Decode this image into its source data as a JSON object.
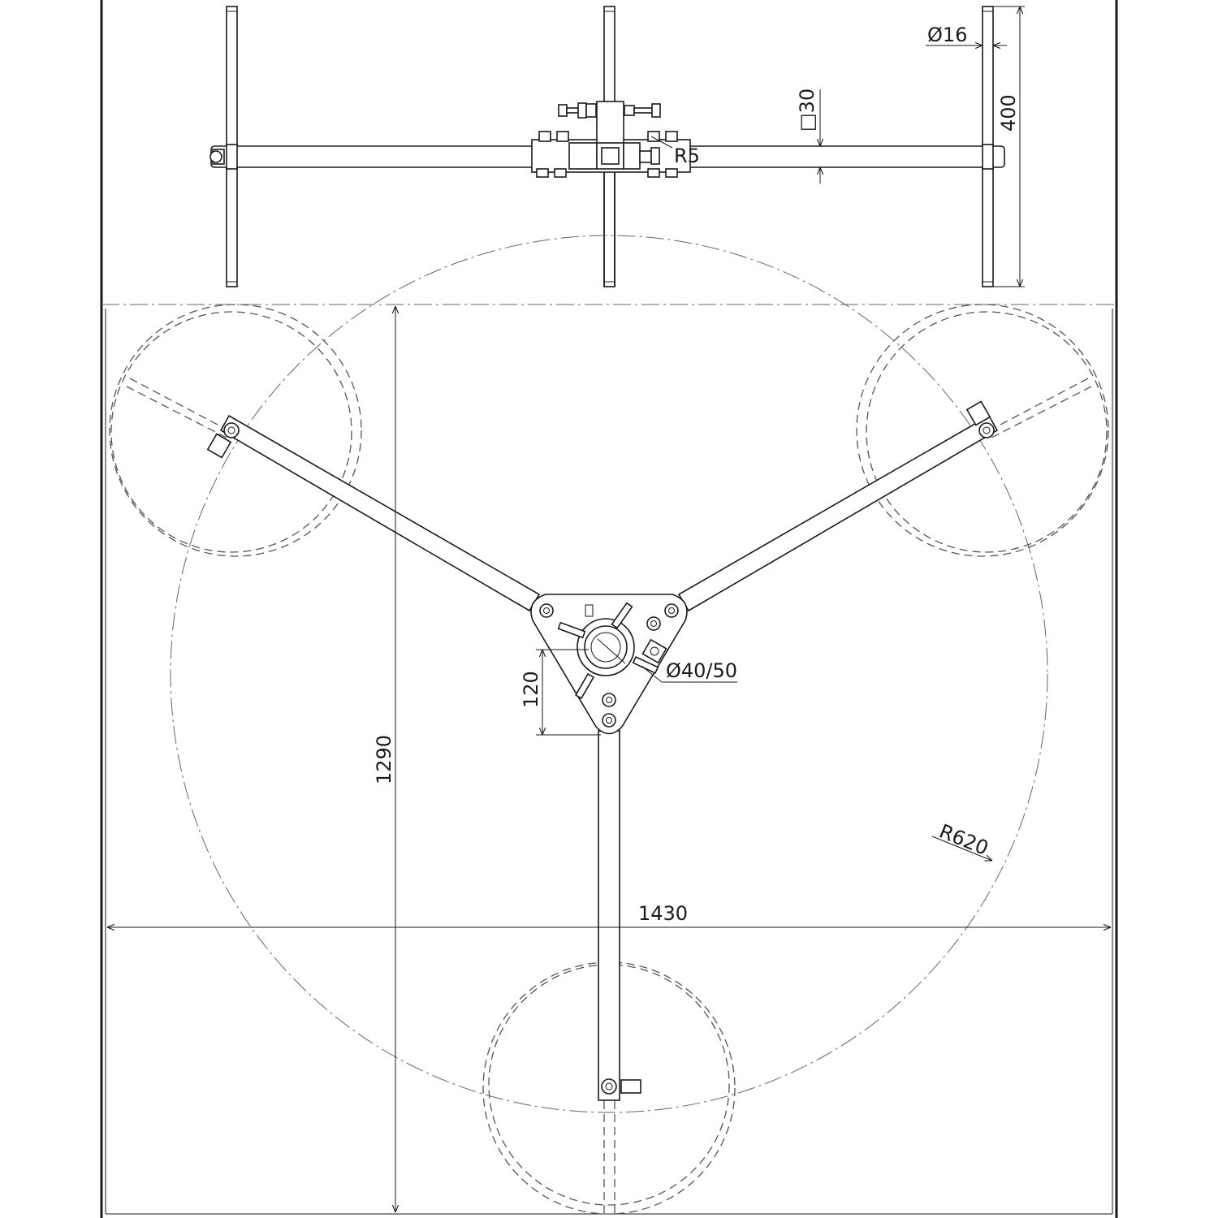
{
  "colors": {
    "line": "#1a1a1a",
    "hidden_line": "#555555",
    "center_line": "#666666",
    "background": "#ffffff"
  },
  "labels": {
    "rod_diameter": "Ø16",
    "rod_height": "400",
    "square_tube": "□30",
    "radius_small": "R5",
    "mast_diameter": "Ø40/50",
    "plate_offset": "120",
    "overall_height": "1290",
    "overall_width": "1430",
    "base_radius": "R620"
  }
}
